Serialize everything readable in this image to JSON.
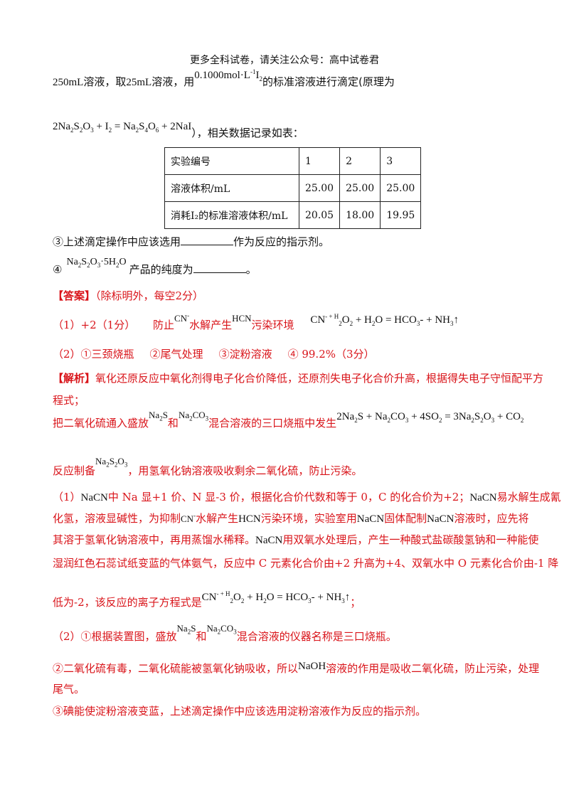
{
  "header": "更多全科试卷，请关注公众号：高中试卷君",
  "question": {
    "l1": [
      "250mL",
      "溶液，取",
      "25mL",
      "溶液，用",
      "0.1000mol·L",
      "-1",
      "I",
      "2",
      "的标准溶液进行滴定(原理为"
    ],
    "l2": [
      "2Na",
      "2",
      "S",
      "2",
      "O",
      "3",
      " + I",
      "2",
      " = Na",
      "2",
      "S",
      "4",
      "O",
      "6",
      " + 2NaI",
      "），相关数据记录如表："
    ],
    "table": {
      "header": [
        "实验编号",
        "1",
        "2",
        "3"
      ],
      "rows": [
        [
          "溶液体积/mL",
          "25.00",
          "25.00",
          "25.00"
        ],
        [
          "消耗I₂的标准溶液体积/mL",
          "20.05",
          "18.00",
          "19.95"
        ]
      ]
    },
    "q3": [
      "③上述滴定操作中应该选用",
      "作为反应的指示剂。"
    ],
    "q4": [
      "④",
      "Na",
      "2",
      "S",
      "2",
      "O",
      "3",
      "·5H",
      "2",
      "O",
      "产品的纯度为",
      "。"
    ]
  },
  "answer": {
    "title": "【答案】",
    "note": "（除标明外，每空2分）",
    "a1": [
      "（1）+2（1分）",
      "防止",
      "CN",
      "-",
      "水解产生",
      "HCN",
      "污染环境",
      "CN",
      "- + H",
      "2",
      "O",
      "2",
      " + H",
      "2",
      "O = HCO",
      "3",
      "- + NH",
      "3",
      "↑"
    ],
    "a2": [
      "（2）①三颈烧瓶",
      "②尾气处理",
      "③淀粉溶液",
      "④ 99.2%（3分）"
    ]
  },
  "analysis": {
    "p1": [
      "【解析】",
      "氧化还原反应中氧化剂得电子化合价降低，还原剂失电子化合价升高，根据得失电子守恒配平方"
    ],
    "p1b": "程式；",
    "p2": [
      "把二氧化硫通入盛放",
      "Na",
      "2",
      "S",
      "和",
      "Na",
      "2",
      "CO",
      "3",
      "混合溶液的三口烧瓶中发生",
      "2Na",
      "2",
      "S + Na",
      "2",
      "CO",
      "3",
      " + 4SO",
      "2",
      " = 3Na",
      "2",
      "S",
      "2",
      "O",
      "3",
      " + CO",
      "2"
    ],
    "p3": [
      "反应制备",
      "Na",
      "2",
      "S",
      "2",
      "O",
      "3",
      "，用氢氧化钠溶液吸收剩余二氧化硫，防止污染。"
    ],
    "p4": [
      [
        "（1）",
        "NaCN",
        "中 Na 显+1 价、N 显-3 价，根据化合价代数和等于 0，C 的化合价为+2；",
        "NaCN",
        "易水解生成氰"
      ],
      [
        "化氢，溶液显碱性，为抑制",
        "CN",
        "-",
        "水解产生",
        "HCN",
        "污染环境，实验室用",
        "NaCN",
        "固体配制",
        "NaCN",
        "溶液时，应先将"
      ],
      [
        "其溶于氢氧化钠溶液中，再用蒸馏水稀释。",
        "NaCN",
        "用双氧水处理后，产生一种酸式盐碳酸氢钠和一种能使"
      ],
      [
        "湿润红色石蕊试纸变蓝的气体氨气，反应中 C 元素化合价由+2 升高为+4、双氧水中 O 元素化合价由-1 降"
      ],
      [
        "低为-2，该反应的离子方程式是",
        "CN",
        "- + H",
        "2",
        "O",
        "2",
        " + H",
        "2",
        "O = HCO",
        "3",
        "- + NH",
        "3",
        "↑",
        "；"
      ]
    ],
    "p5": [
      "（2）①根据装置图，盛放",
      "Na",
      "2",
      "S",
      "和",
      "Na",
      "2",
      "CO",
      "3",
      "混合溶液的仪器名称是三口烧瓶。"
    ],
    "p6": [
      "②二氧化硫有毒，二氧化硫能被氢氧化钠吸收，所以",
      "NaOH",
      "溶液的作用是吸收二氧化硫，防止污染，处理"
    ],
    "p6b": "尾气。",
    "p7": "③碘能使淀粉溶液变蓝，上述滴定操作中应该选用淀粉溶液作为反应的指示剂。"
  }
}
